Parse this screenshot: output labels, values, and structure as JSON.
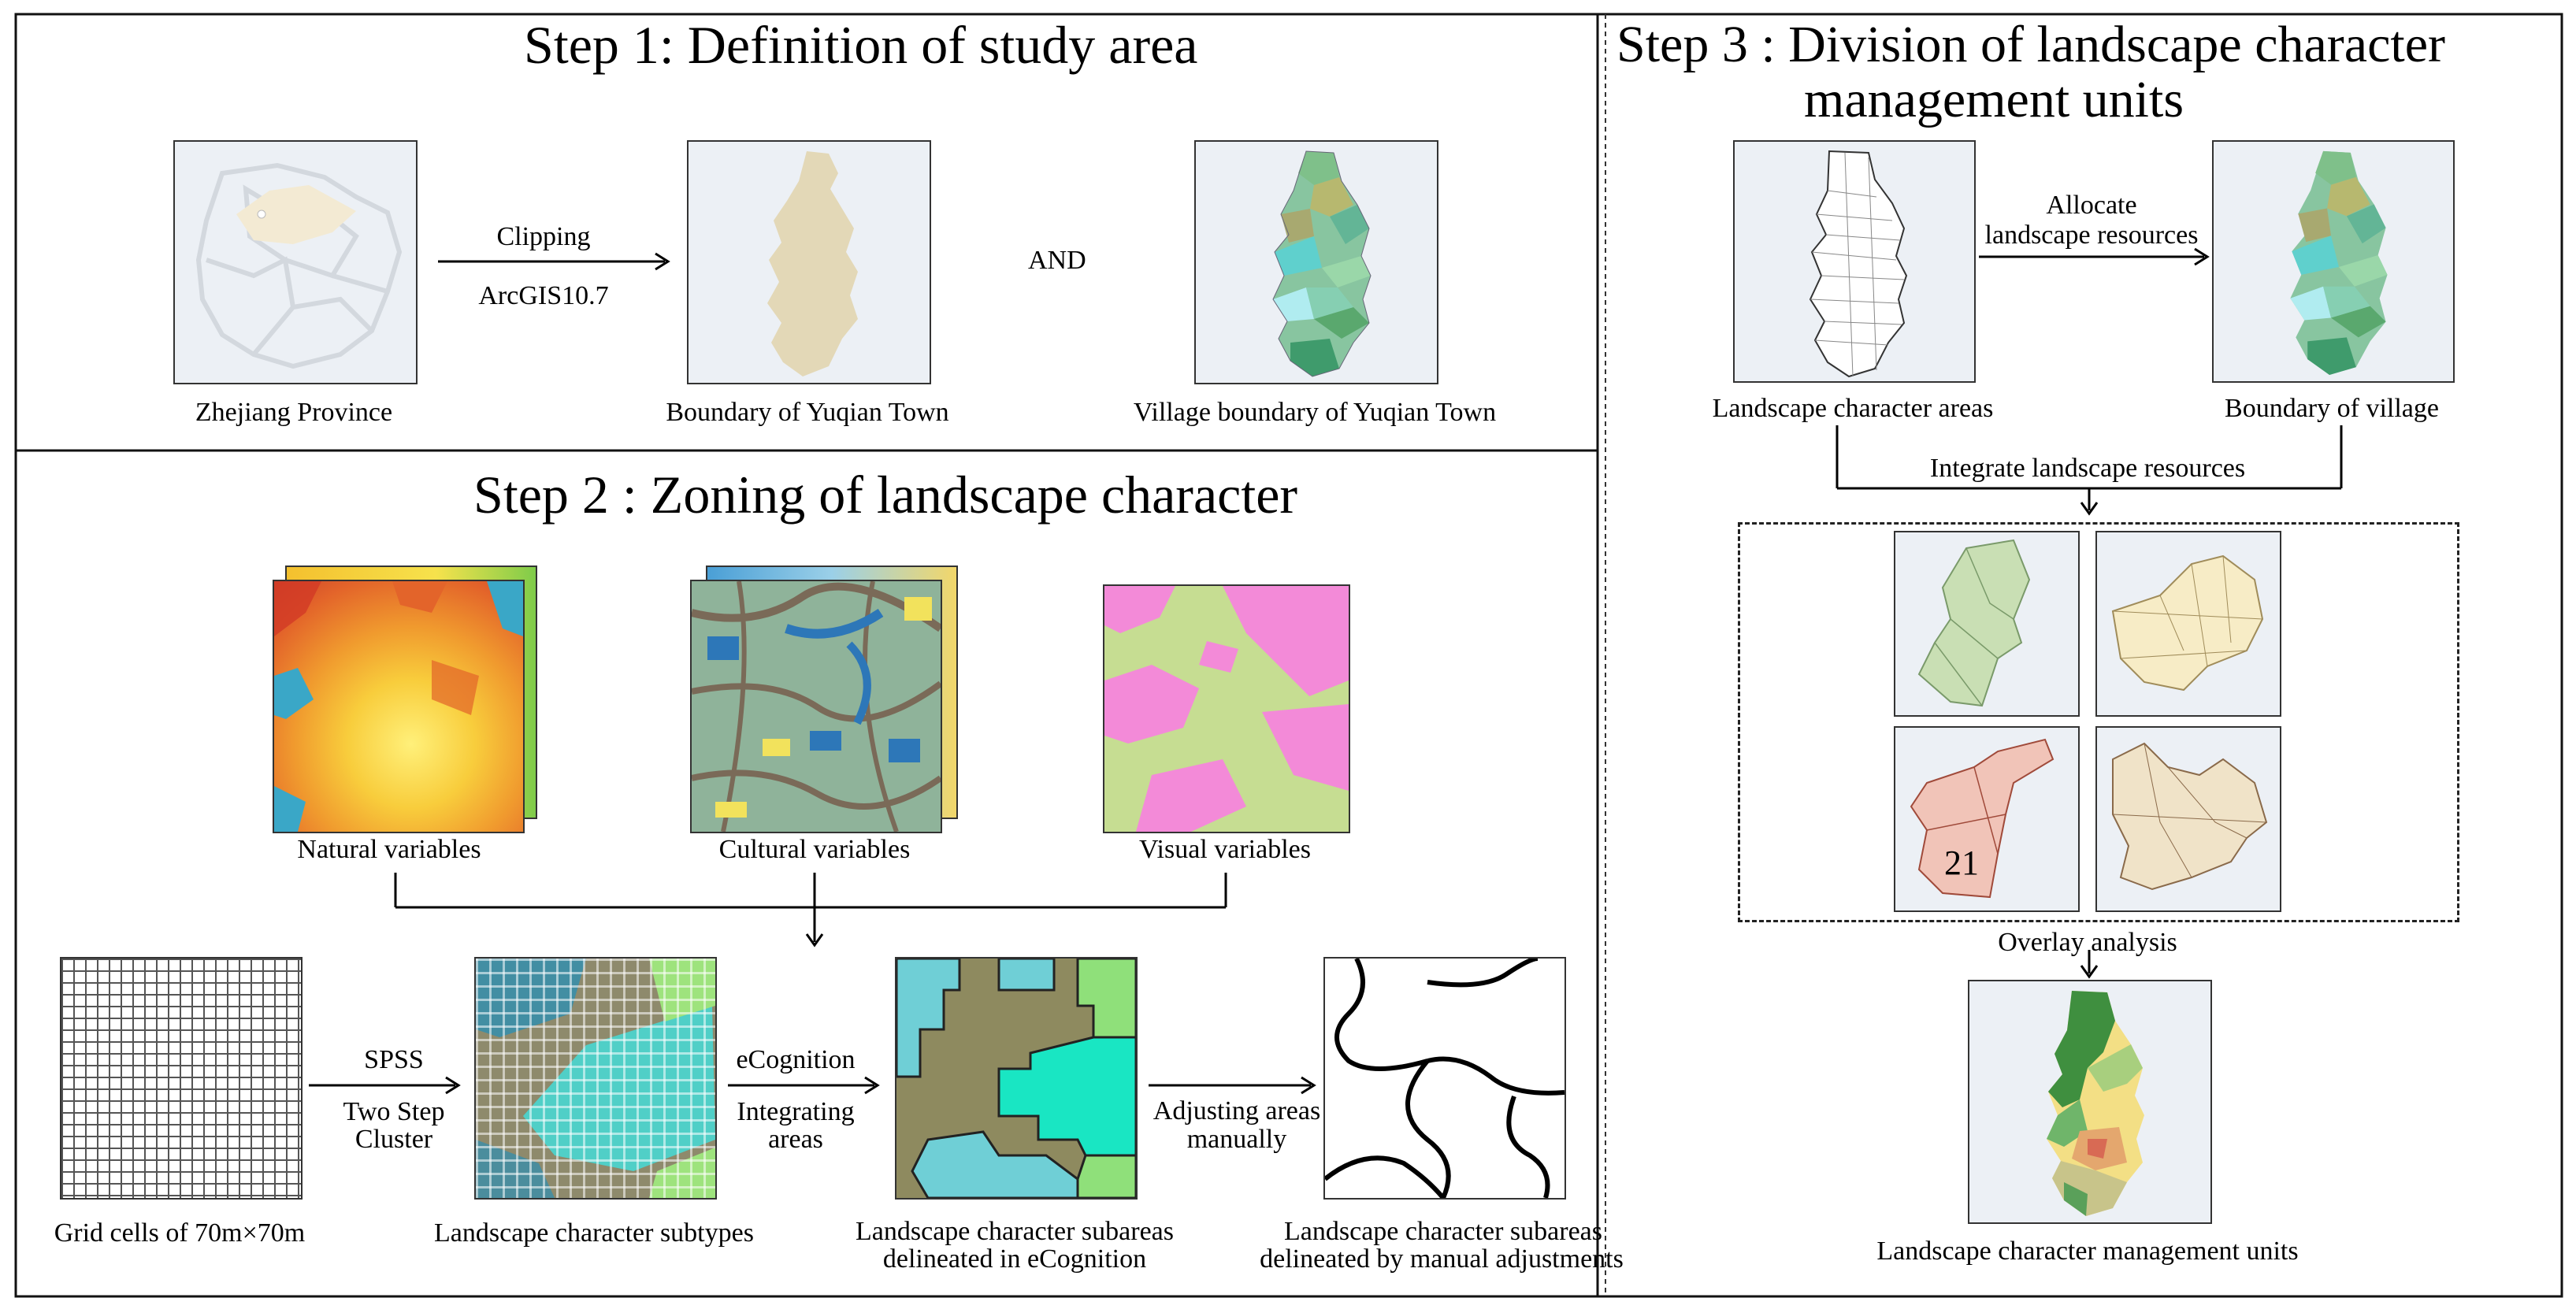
{
  "step1": {
    "title": "Step 1: Definition of study area",
    "arrow_top": "Clipping",
    "arrow_bottom": "ArcGIS10.7",
    "and_label": "AND",
    "labels": [
      "Zhejiang Province",
      "Boundary of Yuqian Town",
      "Village boundary of Yuqian Town"
    ]
  },
  "step2": {
    "title": "Step 2 : Zoning of landscape character",
    "variables": [
      "Natural variables",
      "Cultural variables",
      "Visual variables"
    ],
    "arrow1": [
      "SPSS",
      "Two Step",
      "Cluster"
    ],
    "arrow2": [
      "eCognition",
      "Integrating",
      "areas"
    ],
    "arrow3": [
      "Adjusting areas",
      "manually"
    ],
    "bottom_labels": {
      "grid": "Grid cells of 70m×70m",
      "subtypes": "Landscape character subtypes",
      "ecog_1": "Landscape character subareas",
      "ecog_2": "delineated in eCognition",
      "manual_1": "Landscape character subareas",
      "manual_2": "delineated by manual adjustments"
    }
  },
  "step3": {
    "title_1": "Step 3 : Division of landscape character",
    "title_2": "management units",
    "allocate_1": "Allocate",
    "allocate_2": "landscape resources",
    "lca_label": "Landscape character areas",
    "village_label": "Boundary of village",
    "integrate_label": "Integrate landscape resources",
    "overlay_label": "Overlay analysis",
    "unit_number": "21",
    "final_label": "Landscape character management units"
  },
  "colors": {
    "frame": "#111111",
    "map_bg": "#ecf0f5",
    "town_fill": "#e3d8b7",
    "teal": "#2bbfbf",
    "olive": "#8f8a60",
    "green_dark": "#3f8f3f",
    "yellow": "#f3df85"
  }
}
